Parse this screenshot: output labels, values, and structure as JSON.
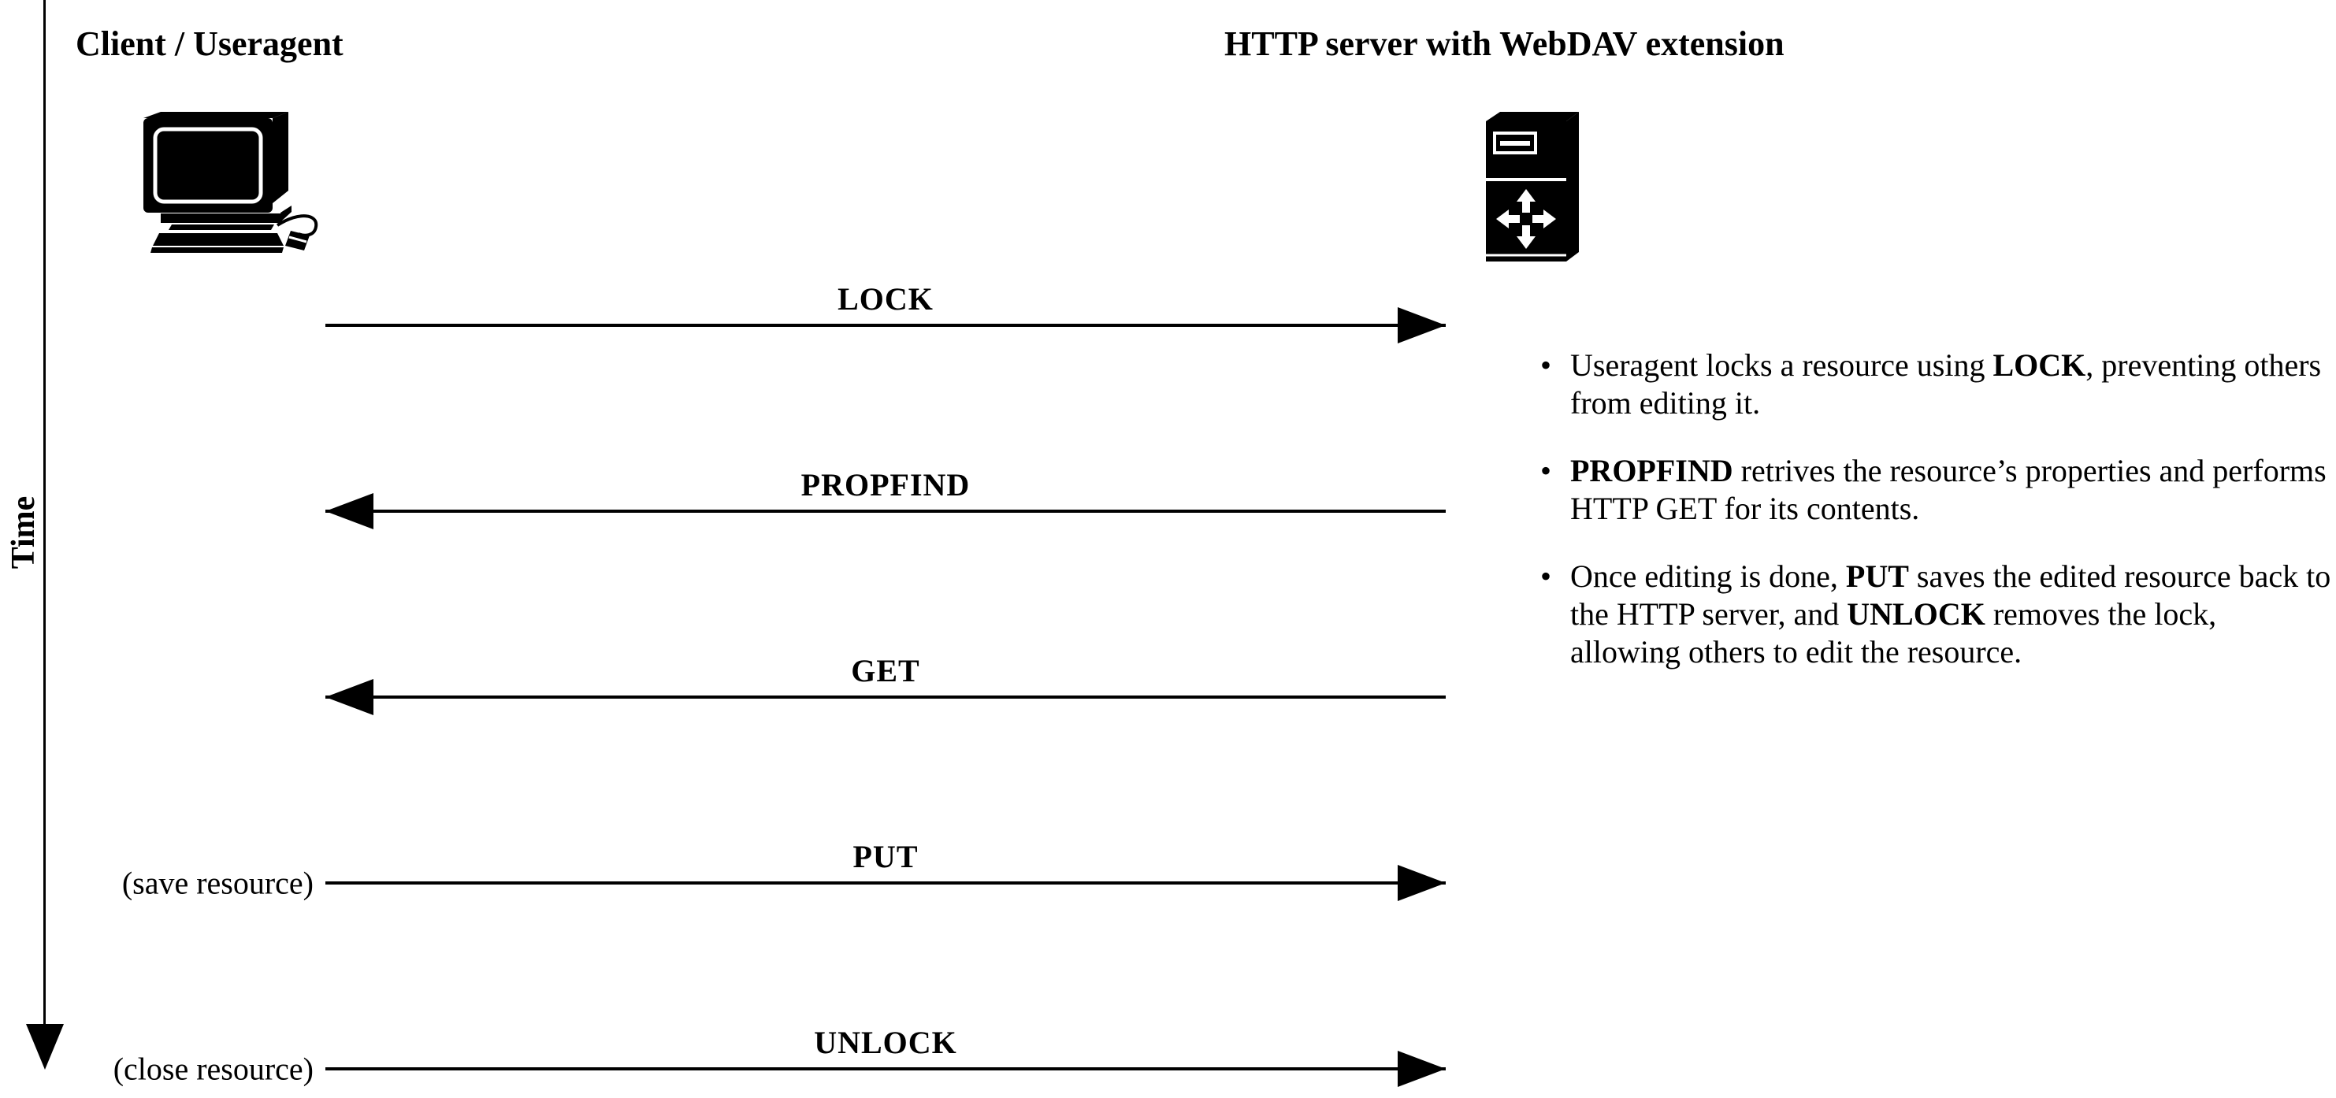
{
  "diagram": {
    "time_axis_label": "Time",
    "client": {
      "title": "Client / Useragent",
      "icon": "desktop-computer-icon"
    },
    "server": {
      "title": "HTTP server with WebDAV extension",
      "icon": "tower-server-icon"
    },
    "messages": [
      {
        "label": "LOCK",
        "direction": "client-to-server",
        "side_label": ""
      },
      {
        "label": "PROPFIND",
        "direction": "server-to-client",
        "side_label": ""
      },
      {
        "label": "GET",
        "direction": "server-to-client",
        "side_label": ""
      },
      {
        "label": "PUT",
        "direction": "client-to-server",
        "side_label": "(save resource)"
      },
      {
        "label": "UNLOCK",
        "direction": "client-to-server",
        "side_label": "(close resource)"
      }
    ],
    "notes": [
      {
        "segments": [
          {
            "text": "Useragent locks a resource using "
          },
          {
            "text": "LOCK",
            "bold": true
          },
          {
            "text": ", preventing others from editing it."
          }
        ]
      },
      {
        "segments": [
          {
            "text": "PROPFIND",
            "bold": true
          },
          {
            "text": " retrives the resource’s properties and performs HTTP GET for its contents."
          }
        ]
      },
      {
        "segments": [
          {
            "text": "Once editing is done, "
          },
          {
            "text": "PUT",
            "bold": true
          },
          {
            "text": " saves the edited resource back to the HTTP server, and "
          },
          {
            "text": "UNLOCK",
            "bold": true
          },
          {
            "text": " removes the lock, allowing others to edit the resource."
          }
        ]
      }
    ],
    "bullet_glyph": "•",
    "colors": {
      "foreground": "#000000",
      "background": "#ffffff"
    }
  }
}
